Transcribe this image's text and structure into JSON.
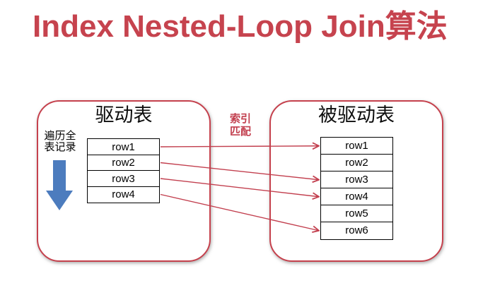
{
  "title": "Index Nested-Loop Join算法",
  "colors": {
    "title_red": "#C6434E",
    "box_border_red": "#C5414D",
    "arrow_red": "#C23F4E",
    "blue_arrow": "#4C7CBE"
  },
  "left_box": {
    "title": "驱动表",
    "side_label": [
      "遍历全",
      "表记录"
    ],
    "rows": [
      "row1",
      "row2",
      "row3",
      "row4"
    ]
  },
  "middle_label": [
    "索引",
    "匹配"
  ],
  "right_box": {
    "title": "被驱动表",
    "rows": [
      "row1",
      "row2",
      "row3",
      "row4",
      "row5",
      "row6"
    ]
  },
  "connections": [
    {
      "from": 0,
      "to": 0
    },
    {
      "from": 1,
      "to": 2
    },
    {
      "from": 2,
      "to": 3
    },
    {
      "from": 3,
      "to": 5
    }
  ]
}
